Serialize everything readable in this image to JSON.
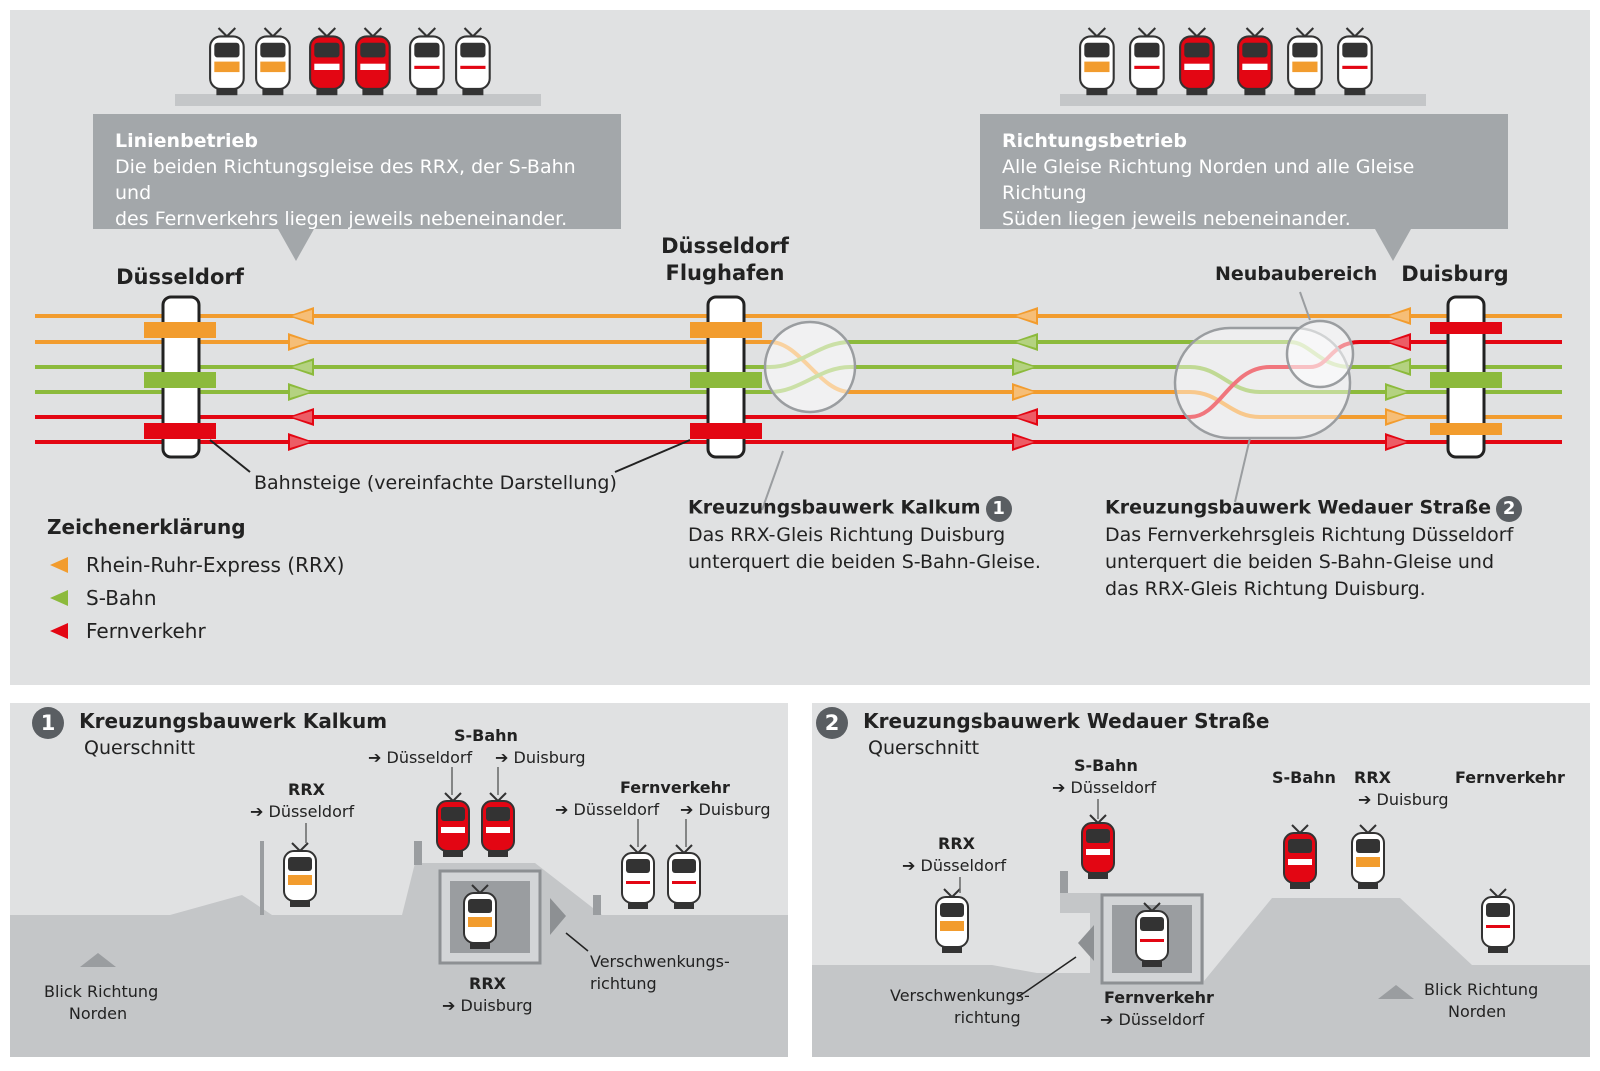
{
  "colors": {
    "rrx": "#f29c2e",
    "sbahn": "#8cba3c",
    "fern": "#e30613",
    "panel": "#e0e1e2",
    "callout": "#a3a7aa",
    "ground": "#c4c6c8"
  },
  "top": {
    "callout_left": {
      "title": "Linienbetrieb",
      "line1": "Die beiden Richtungsgleise des RRX, der S-Bahn und",
      "line2": "des Fernverkehrs liegen jeweils nebeneinander."
    },
    "callout_right": {
      "title": "Richtungsbetrieb",
      "line1": "Alle Gleise Richtung Norden und alle Gleise Richtung",
      "line2": "Süden liegen jeweils nebeneinander."
    },
    "stations": {
      "duesseldorf": "Düsseldorf",
      "flughafen_1": "Düsseldorf",
      "flughafen_2": "Flughafen",
      "duisburg": "Duisburg",
      "neubau": "Neubaubereich"
    },
    "platform_note": "Bahnsteige (vereinfachte Darstellung)",
    "kalkum": {
      "title": "Kreuzungsbauwerk Kalkum",
      "badge": "1",
      "line1": "Das RRX-Gleis Richtung Duisburg",
      "line2": "unterquert die beiden S-Bahn-Gleise."
    },
    "wedauer": {
      "title": "Kreuzungsbauwerk Wedauer Straße",
      "badge": "2",
      "line1": "Das Fernverkehrsgleis Richtung Düsseldorf",
      "line2": "unterquert die beiden S-Bahn-Gleise und",
      "line3": "das RRX-Gleis Richtung Duisburg."
    },
    "legend": {
      "title": "Zeichenerklärung",
      "items": [
        "Rhein-Ruhr-Express (RRX)",
        "S-Bahn",
        "Fernverkehr"
      ]
    }
  },
  "kalkum_panel": {
    "badge": "1",
    "title": "Kreuzungsbauwerk Kalkum",
    "subtitle": "Querschnitt",
    "sbahn": "S-Bahn",
    "sbahn_dir1": "➔ Düsseldorf",
    "sbahn_dir2": "➔ Duisburg",
    "rrx": "RRX",
    "rrx_dir": "➔ Düsseldorf",
    "fern": "Fernverkehr",
    "fern_dir1": "➔ Düsseldorf",
    "fern_dir2": "➔ Duisburg",
    "tunnel": "RRX",
    "tunnel_dir": "➔ Duisburg",
    "verschw_1": "Verschwenkungs-",
    "verschw_2": "richtung",
    "blick_1": "Blick Richtung",
    "blick_2": "Norden"
  },
  "wedauer_panel": {
    "badge": "2",
    "title": "Kreuzungsbauwerk Wedauer Straße",
    "subtitle": "Querschnitt",
    "sbahn": "S-Bahn",
    "sbahn_dir": "➔ Düsseldorf",
    "rrx": "RRX",
    "rrx_dir": "➔ Düsseldorf",
    "sbahn2": "S-Bahn",
    "rrx2": "RRX",
    "rrx2_dir": "➔ Duisburg",
    "fern": "Fernverkehr",
    "tunnel": "Fernverkehr",
    "tunnel_dir": "➔ Düsseldorf",
    "verschw_1": "Verschwenkungs-",
    "verschw_2": "richtung",
    "blick_1": "Blick Richtung",
    "blick_2": "Norden"
  }
}
